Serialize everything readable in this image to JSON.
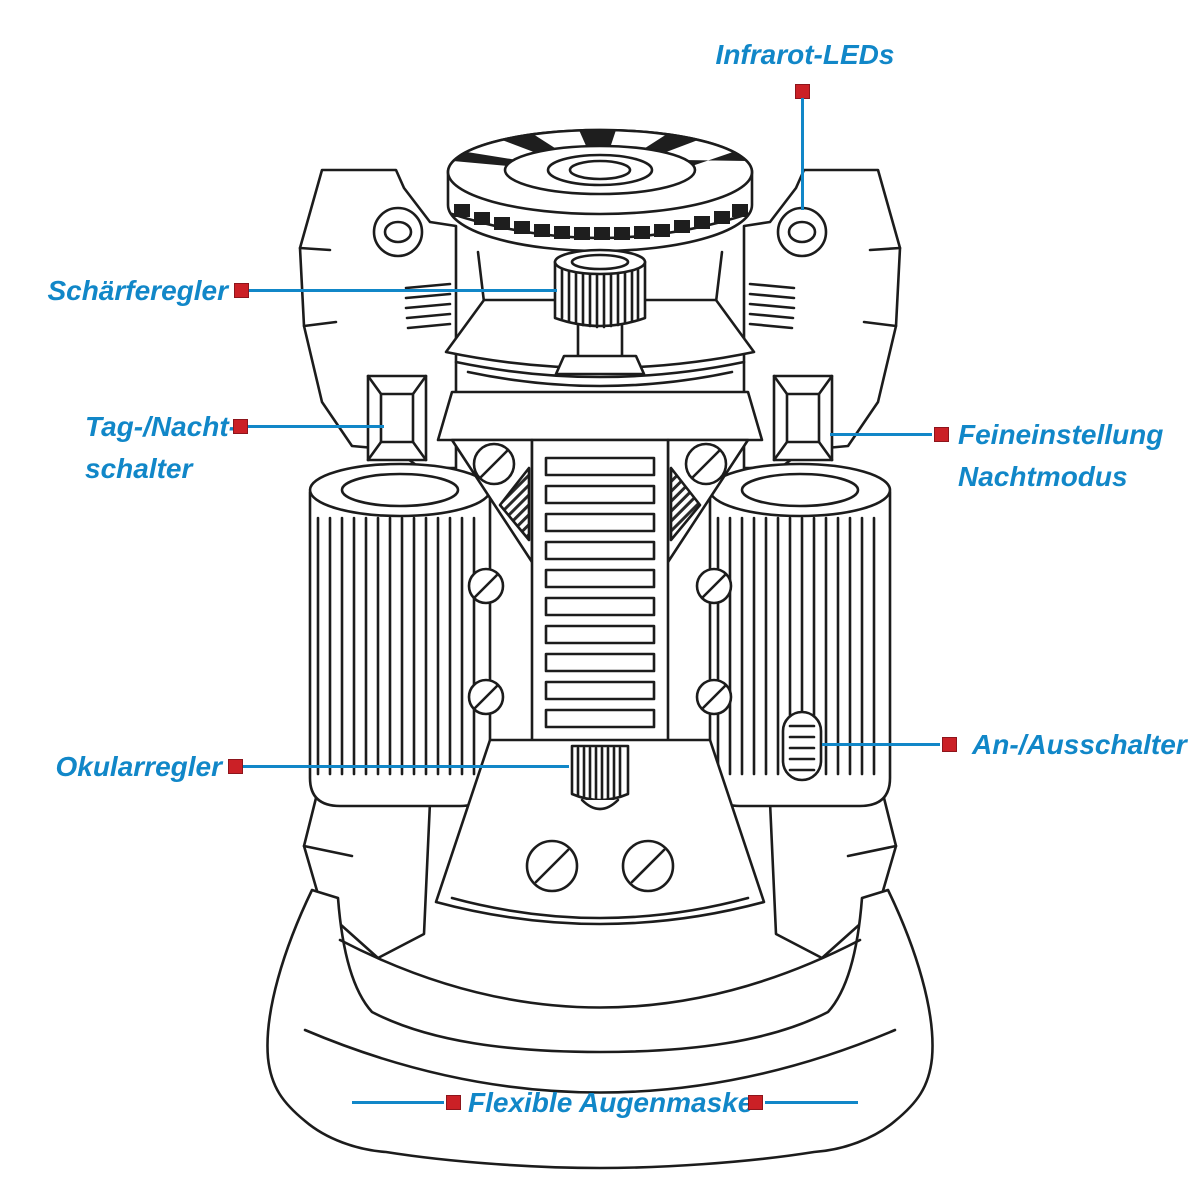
{
  "colors": {
    "label_blue": "#1187c8",
    "line_blue": "#1187c8",
    "marker_red": "#cb2026",
    "outline_black": "#1c1c1c",
    "background": "#ffffff"
  },
  "callouts": {
    "infrared_leds": {
      "label": "Infrarot-LEDs"
    },
    "focus_control": {
      "label": "Schärferegler"
    },
    "day_night_switch": {
      "label_line1": "Tag-/Nacht-",
      "label_line2": "schalter"
    },
    "night_mode_fine_adjust": {
      "label_line1": "Feineinstellung",
      "label_line2": "Nachtmodus"
    },
    "eyepiece_control": {
      "label": "Okularregler"
    },
    "power_switch": {
      "label": "An-/Ausschalter"
    },
    "flexible_eye_mask": {
      "label": "Flexible Augenmaske"
    }
  }
}
